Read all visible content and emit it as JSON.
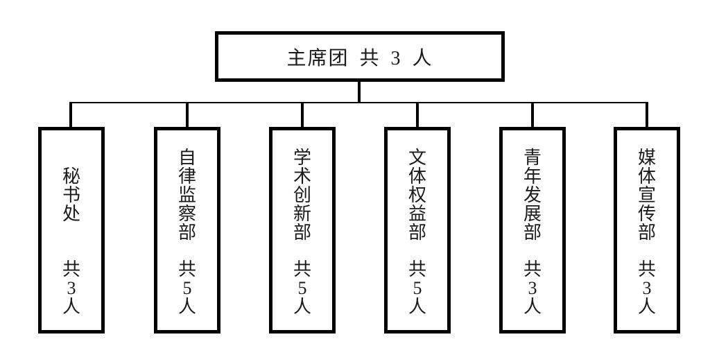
{
  "title_box": {
    "label": "主席团 共 3 人"
  },
  "departments": [
    {
      "name": "秘书处",
      "total": "共3人"
    },
    {
      "name": "自律监察部",
      "total": "共5人"
    },
    {
      "name": "学术创新部",
      "total": "共5人"
    },
    {
      "name": "文体权益部",
      "total": "共5人"
    },
    {
      "name": "青年发展部",
      "total": "共3人"
    },
    {
      "name": "媒体宣传部",
      "total": "共3人"
    }
  ],
  "colors": {
    "border": "#000000",
    "text": "#1a1a1a",
    "background": "#ffffff"
  }
}
